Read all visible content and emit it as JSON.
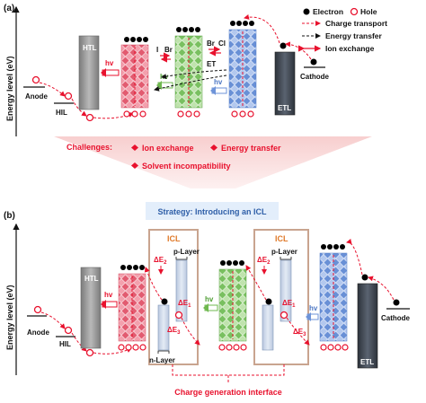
{
  "panel_a": {
    "label": "(a)",
    "y_axis": "Energy level (eV)",
    "anode": "Anode",
    "hil": "HIL",
    "htl": "HTL",
    "etl": "ETL",
    "cathode": "Cathode",
    "hv": "hv",
    "halide_i": "I",
    "halide_br_left": "Br",
    "halide_br_right": "Br",
    "halide_cl": "Cl",
    "et": "ET",
    "challenges_title": "Challenges:",
    "challenge_1": "Ion exchange",
    "challenge_2": "Energy transfer",
    "challenge_3": "Solvent incompatibility"
  },
  "legend": {
    "electron": "Electron",
    "hole": "Hole",
    "charge_transport": "Charge transport",
    "energy_transfer": "Energy transfer",
    "ion_exchange": "Ion exchange"
  },
  "panel_b": {
    "label": "(b)",
    "y_axis": "Energy level (eV)",
    "strategy": "Strategy: Introducing an ICL",
    "icl": "ICL",
    "p_layer": "p-Layer",
    "n_layer": "n-Layer",
    "anode": "Anode",
    "hil": "HIL",
    "htl": "HTL",
    "etl": "ETL",
    "cathode": "Cathode",
    "hv": "hv",
    "de1": "ΔE",
    "de1_sub": "1",
    "de2": "ΔE",
    "de2_sub": "2",
    "de3": "ΔE",
    "de3_sub": "3",
    "cgi": "Charge generation interface"
  },
  "colors": {
    "red": "#e8112d",
    "red_crystal": "#e56a7c",
    "green_crystal": "#7fc36a",
    "blue_crystal": "#6d93d8",
    "grey_htl": "#8f8f8f",
    "dark_etl": "#3f4650",
    "tan_box": "#c9a48f",
    "strategy_bg": "#e3eefb",
    "strategy_text": "#2f5fa8",
    "et_orange": "#f08a32",
    "challenge_fill": "#f9d5d5"
  },
  "icons": [
    "electron-dot",
    "hole-circle",
    "halide-ion-arrow",
    "photon-arrow",
    "ion-exchange-arrow"
  ]
}
